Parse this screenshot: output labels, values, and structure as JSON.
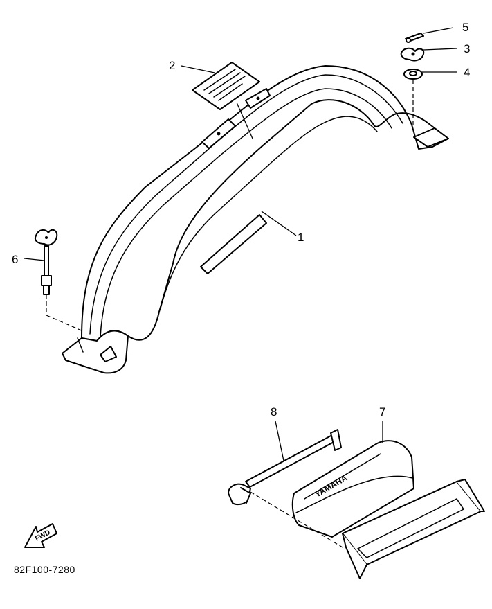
{
  "diagram": {
    "part_number_code": "82F100-7280",
    "fwd_label": "FWD",
    "box_brand": "YAMAHA",
    "callouts": [
      {
        "id": "1",
        "label": "1"
      },
      {
        "id": "2",
        "label": "2"
      },
      {
        "id": "3",
        "label": "3"
      },
      {
        "id": "4",
        "label": "4"
      },
      {
        "id": "5",
        "label": "5"
      },
      {
        "id": "6",
        "label": "6"
      },
      {
        "id": "7",
        "label": "7"
      },
      {
        "id": "8",
        "label": "8"
      }
    ]
  }
}
